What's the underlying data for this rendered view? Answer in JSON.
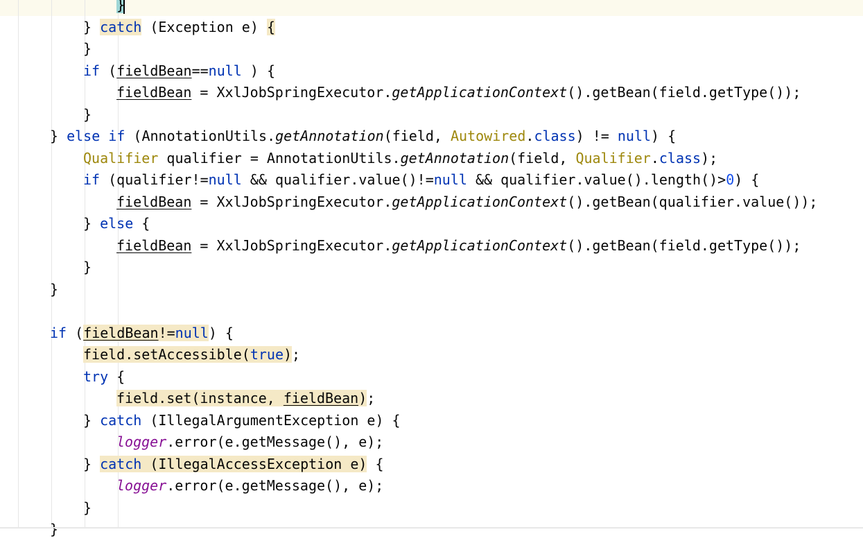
{
  "editor": {
    "lines": [
      {
        "indent": 9,
        "tokens": [
          {
            "t": "}",
            "c": "match"
          }
        ],
        "caret": true
      },
      {
        "indent": 7,
        "tokens": [
          {
            "t": "} "
          },
          {
            "t": "catch",
            "c": "kw hl"
          },
          {
            "t": " (Exception e) "
          },
          {
            "t": "{",
            "c": "hl"
          }
        ]
      },
      {
        "indent": 7,
        "tokens": [
          {
            "t": "}"
          }
        ]
      },
      {
        "indent": 7,
        "tokens": [
          {
            "t": "if",
            "c": "kw"
          },
          {
            "t": " ("
          },
          {
            "t": "fieldBean",
            "c": "var"
          },
          {
            "t": "=="
          },
          {
            "t": "null",
            "c": "kw"
          },
          {
            "t": " ) {"
          }
        ]
      },
      {
        "indent": 9,
        "tokens": [
          {
            "t": "fieldBean",
            "c": "var"
          },
          {
            "t": " = XxlJobSpringExecutor."
          },
          {
            "t": "getApplicationContext",
            "c": "italic"
          },
          {
            "t": "().getBean(field.getType());"
          }
        ]
      },
      {
        "indent": 7,
        "tokens": [
          {
            "t": "}"
          }
        ]
      },
      {
        "indent": 5,
        "tokens": [
          {
            "t": "} "
          },
          {
            "t": "else if",
            "c": "kw"
          },
          {
            "t": " (AnnotationUtils."
          },
          {
            "t": "getAnnotation",
            "c": "italic"
          },
          {
            "t": "(field, "
          },
          {
            "t": "Autowired",
            "c": "type"
          },
          {
            "t": "."
          },
          {
            "t": "class",
            "c": "kw"
          },
          {
            "t": ") != "
          },
          {
            "t": "null",
            "c": "kw"
          },
          {
            "t": ") {"
          }
        ]
      },
      {
        "indent": 7,
        "tokens": [
          {
            "t": "Qualifier",
            "c": "type"
          },
          {
            "t": " qualifier = AnnotationUtils."
          },
          {
            "t": "getAnnotation",
            "c": "italic"
          },
          {
            "t": "(field, "
          },
          {
            "t": "Qualifier",
            "c": "type"
          },
          {
            "t": "."
          },
          {
            "t": "class",
            "c": "kw"
          },
          {
            "t": ");"
          }
        ]
      },
      {
        "indent": 7,
        "tokens": [
          {
            "t": "if",
            "c": "kw"
          },
          {
            "t": " (qualifier!="
          },
          {
            "t": "null",
            "c": "kw"
          },
          {
            "t": " && qualifier.value()!="
          },
          {
            "t": "null",
            "c": "kw"
          },
          {
            "t": " && qualifier.value().length()>"
          },
          {
            "t": "0",
            "c": "num"
          },
          {
            "t": ") {"
          }
        ]
      },
      {
        "indent": 9,
        "tokens": [
          {
            "t": "fieldBean",
            "c": "var"
          },
          {
            "t": " = XxlJobSpringExecutor."
          },
          {
            "t": "getApplicationContext",
            "c": "italic"
          },
          {
            "t": "().getBean(qualifier.value());"
          }
        ]
      },
      {
        "indent": 7,
        "tokens": [
          {
            "t": "} "
          },
          {
            "t": "else",
            "c": "kw"
          },
          {
            "t": " {"
          }
        ]
      },
      {
        "indent": 9,
        "tokens": [
          {
            "t": "fieldBean",
            "c": "var"
          },
          {
            "t": " = XxlJobSpringExecutor."
          },
          {
            "t": "getApplicationContext",
            "c": "italic"
          },
          {
            "t": "().getBean(field.getType());"
          }
        ]
      },
      {
        "indent": 7,
        "tokens": [
          {
            "t": "}"
          }
        ]
      },
      {
        "indent": 5,
        "tokens": [
          {
            "t": "}"
          }
        ]
      },
      {
        "indent": 0,
        "tokens": []
      },
      {
        "indent": 5,
        "tokens": [
          {
            "t": "if",
            "c": "kw"
          },
          {
            "t": " ("
          },
          {
            "t": "fieldBean",
            "c": "var hl"
          },
          {
            "t": "!=",
            "c": "hl"
          },
          {
            "t": "null",
            "c": "kw hl"
          },
          {
            "t": ") {"
          }
        ]
      },
      {
        "indent": 7,
        "tokens": [
          {
            "t": "field.setAccessible(",
            "c": "hl"
          },
          {
            "t": "true",
            "c": "kw hl"
          },
          {
            "t": ")",
            "c": "hl"
          },
          {
            "t": ";"
          }
        ]
      },
      {
        "indent": 7,
        "tokens": [
          {
            "t": "try",
            "c": "kw"
          },
          {
            "t": " {"
          }
        ]
      },
      {
        "indent": 9,
        "tokens": [
          {
            "t": "field.set(instance, ",
            "c": "hl"
          },
          {
            "t": "fieldBean",
            "c": "var hl"
          },
          {
            "t": ")",
            "c": "hl"
          },
          {
            "t": ";"
          }
        ]
      },
      {
        "indent": 7,
        "tokens": [
          {
            "t": "} "
          },
          {
            "t": "catch",
            "c": "kw"
          },
          {
            "t": " (IllegalArgumentException e) {"
          }
        ]
      },
      {
        "indent": 9,
        "tokens": [
          {
            "t": "logger",
            "c": "field"
          },
          {
            "t": ".error(e.getMessage(), e);"
          }
        ]
      },
      {
        "indent": 7,
        "tokens": [
          {
            "t": "} "
          },
          {
            "t": "catch",
            "c": "kw hl"
          },
          {
            "t": " (IllegalAccessException e)",
            "c": "hl"
          },
          {
            "t": " {"
          }
        ]
      },
      {
        "indent": 9,
        "tokens": [
          {
            "t": "logger",
            "c": "field"
          },
          {
            "t": ".error(e.getMessage(), e);"
          }
        ]
      },
      {
        "indent": 7,
        "tokens": [
          {
            "t": "}"
          }
        ]
      },
      {
        "indent": 5,
        "tokens": [
          {
            "t": "}"
          }
        ]
      }
    ]
  }
}
